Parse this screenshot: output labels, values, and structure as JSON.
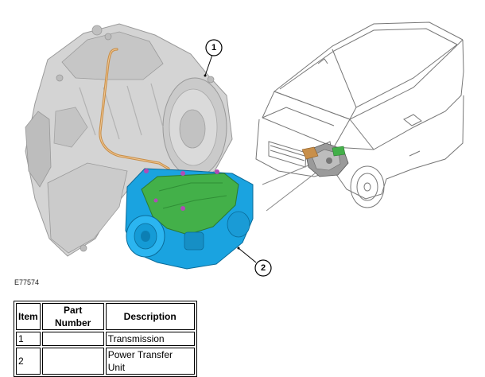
{
  "figure_id": "E77574",
  "callouts": [
    {
      "number": "1"
    },
    {
      "number": "2"
    }
  ],
  "table": {
    "headers": [
      "Item",
      "Part Number",
      "Description"
    ],
    "rows": [
      {
        "item": "1",
        "part_number": "",
        "description": "Transmission"
      },
      {
        "item": "2",
        "part_number": "",
        "description": "Power Transfer Unit"
      }
    ]
  },
  "colors": {
    "transmission_gray": "#d2d2d2",
    "ptu_blue": "#1aa3e0",
    "ptu_green": "#43b049",
    "pipe_copper": "#c88f4a"
  },
  "icons": [
    "transmission-illustration",
    "power-transfer-unit-illustration",
    "vehicle-outline-illustration"
  ]
}
